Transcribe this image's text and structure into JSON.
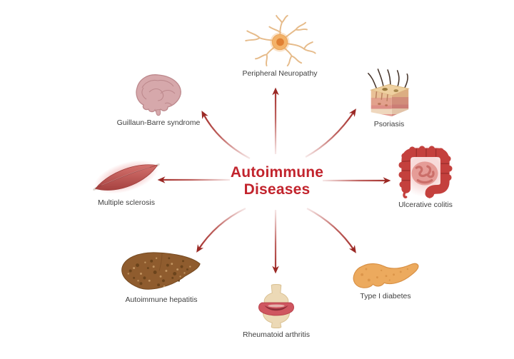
{
  "diagram": {
    "title": {
      "line1": "Autoimmune",
      "line2": "Diseases"
    },
    "colors": {
      "title_text": "#c2242d",
      "arrow": "#a93330",
      "arrowhead": "#9a2824",
      "label_text": "#3f3f3f",
      "background": "#ffffff"
    },
    "nodes": [
      {
        "label": "Peripheral Neuropathy",
        "icon": "neuron-icon",
        "position": "top"
      },
      {
        "label": "Psoriasis",
        "icon": "skin-cross-section-icon",
        "position": "top-right"
      },
      {
        "label": "Ulcerative colitis",
        "icon": "large-intestine-icon",
        "position": "right"
      },
      {
        "label": "Type I diabetes",
        "icon": "pancreas-icon",
        "position": "bottom-right"
      },
      {
        "label": "Rheumatoid arthritis",
        "icon": "knee-joint-icon",
        "position": "bottom"
      },
      {
        "label": "Autoimmune hepatitis",
        "icon": "liver-icon",
        "position": "bottom-left"
      },
      {
        "label": "Multiple sclerosis",
        "icon": "muscle-fiber-icon",
        "position": "left"
      },
      {
        "label": "Guillaun-Barre syndrome",
        "icon": "brain-icon",
        "position": "top-left"
      }
    ]
  }
}
